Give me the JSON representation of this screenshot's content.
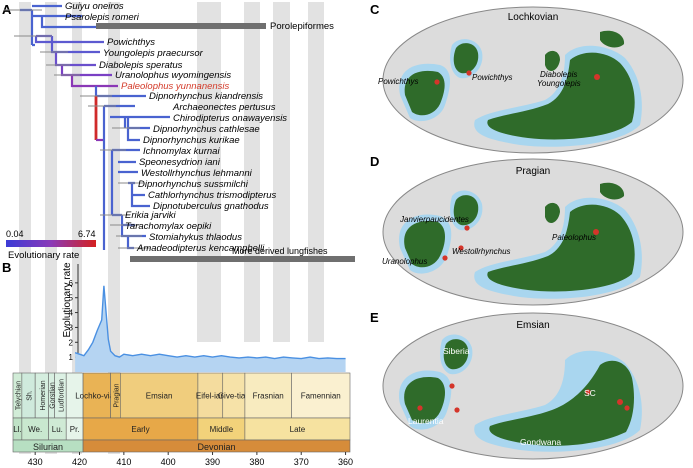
{
  "panels": {
    "a": "A",
    "b": "B",
    "c": "C",
    "d": "D",
    "e": "E"
  },
  "taxa": [
    {
      "label": "Guiyu oneiros",
      "color": "#111111"
    },
    {
      "label": "Psarolepis romeri",
      "color": "#111111"
    },
    {
      "label": "Powichthys",
      "color": "#111111"
    },
    {
      "label": "Youngolepis praecursor",
      "color": "#111111"
    },
    {
      "label": "Diabolepis speratus",
      "color": "#111111"
    },
    {
      "label": "Uranolophus wyomingensis",
      "color": "#111111"
    },
    {
      "label": "Paleolophus yunnanensis",
      "color": "#d43b2a"
    },
    {
      "label": "Dipnorhynchus kiandrensis",
      "color": "#111111"
    },
    {
      "label": "Archaeonectes pertusus",
      "color": "#111111"
    },
    {
      "label": "Chirodipterus onawayensis",
      "color": "#111111"
    },
    {
      "label": "Dipnorhynchus cathlesae",
      "color": "#111111"
    },
    {
      "label": "Dipnorhynchus kurikae",
      "color": "#111111"
    },
    {
      "label": "Ichnomylax kurnai",
      "color": "#111111"
    },
    {
      "label": "Speonesydrion iani",
      "color": "#111111"
    },
    {
      "label": "Westollrhynchus lehmanni",
      "color": "#111111"
    },
    {
      "label": "Dipnorhynchus sussmilchi",
      "color": "#111111"
    },
    {
      "label": "Cathlorhynchus trismodipterus",
      "color": "#111111"
    },
    {
      "label": "Dipnotuberculus gnathodus",
      "color": "#111111"
    },
    {
      "label": "Erikia jarviki",
      "color": "#111111"
    },
    {
      "label": "Tarachomylax oepiki",
      "color": "#111111"
    },
    {
      "label": "Stomiahykus thlaodus",
      "color": "#111111"
    },
    {
      "label": "Amadeodipterus kencampbelli",
      "color": "#111111"
    }
  ],
  "clade_labels": {
    "porolepiformes": "Porolepiformes",
    "derived": "More derived lungfishes"
  },
  "legend": {
    "min": "0.04",
    "max": "6.74",
    "title": "Evolutionary rate",
    "color_low": "#3b3bd6",
    "color_high": "#d42020"
  },
  "chart_data": {
    "type": "area",
    "ylabel": "Evolutionary rate",
    "x": [
      421,
      420,
      419,
      418,
      417,
      416,
      415,
      414.5,
      414,
      413.5,
      413,
      412,
      411,
      410,
      408,
      406,
      404,
      402,
      400,
      398,
      396,
      394,
      392,
      390,
      388,
      386,
      384,
      382,
      380,
      378,
      376,
      374,
      372,
      370,
      368,
      366,
      364,
      362,
      360
    ],
    "y": [
      1.3,
      1.2,
      1.1,
      1.5,
      2.0,
      2.8,
      3.5,
      5.8,
      4.0,
      2.2,
      1.4,
      1.1,
      1.0,
      1.2,
      1.1,
      1.2,
      1.1,
      1.2,
      1.1,
      1.0,
      1.1,
      1.0,
      1.1,
      1.0,
      1.1,
      1.0,
      0.95,
      1.0,
      0.95,
      1.0,
      0.9,
      1.0,
      0.95,
      0.9,
      1.0,
      0.9,
      0.95,
      0.9,
      0.9
    ],
    "ylim": [
      0,
      7
    ],
    "yticks": [
      "1",
      "2",
      "3",
      "4",
      "5",
      "6"
    ],
    "xticks": [
      "430",
      "420",
      "410",
      "400",
      "390",
      "380",
      "370",
      "360"
    ],
    "xlim": [
      435,
      359
    ]
  },
  "timescale": {
    "stages": [
      {
        "label": "Telychian",
        "color": "#d1ecd7"
      },
      {
        "label": "Sh.",
        "color": "#cfeadc"
      },
      {
        "label": "Homerian",
        "color": "#d5eedf"
      },
      {
        "label": "Gorstian",
        "color": "#d8efe1"
      },
      {
        "label": "Ludfordian",
        "color": "#dcf1e4"
      },
      {
        "label": "Lochko-vian",
        "color": "#e9b355"
      },
      {
        "label": "Pragian",
        "color": "#ecbf64"
      },
      {
        "label": "Emsian",
        "color": "#f0cd7d"
      },
      {
        "label": "Eifel-ian",
        "color": "#f4dc9e"
      },
      {
        "label": "Give-tian",
        "color": "#f6e2a8"
      },
      {
        "label": "Frasnian",
        "color": "#f8ebbf"
      },
      {
        "label": "Famennian",
        "color": "#faf0d0"
      }
    ],
    "epochs": [
      {
        "label": "Ll.",
        "color": "#bfe2c6"
      },
      {
        "label": "We.",
        "color": "#c9e8cf"
      },
      {
        "label": "Lu.",
        "color": "#cfead5"
      },
      {
        "label": "Pr.",
        "color": "#e6f4ea"
      },
      {
        "label": "Early",
        "color": "#e7a848"
      },
      {
        "label": "Middle",
        "color": "#f2d27a"
      },
      {
        "label": "Late",
        "color": "#f6e2a0"
      }
    ],
    "periods": [
      {
        "label": "Silurian",
        "color": "#b7dfc2"
      },
      {
        "label": "Devonian",
        "color": "#d68c3a"
      }
    ]
  },
  "maps": [
    {
      "title": "Lochkovian",
      "labels": [
        "Powichthys",
        "Powichthys",
        "Diabolepis",
        "Youngolepis"
      ]
    },
    {
      "title": "Pragian",
      "labels": [
        "Janvierpaucidentes",
        "Uranolophus",
        "Westollrhynchus",
        "Paleolophus"
      ]
    },
    {
      "title": "Emsian",
      "labels": [
        "Siberia",
        "Laurentia",
        "SC",
        "Gondwana"
      ]
    }
  ],
  "map_colors": {
    "ocean": "#dcdcdc",
    "shelf": "#a9d6ef",
    "land": "#2f6b2a",
    "locality": "#d4352a"
  }
}
